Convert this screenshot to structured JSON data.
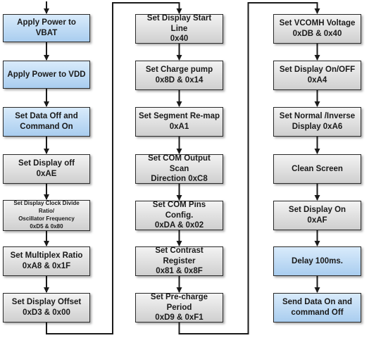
{
  "colors": {
    "gray_top": "#f3f3f3",
    "gray_bottom": "#cfcfcf",
    "blue_top": "#d9ebfb",
    "blue_bottom": "#a9cdef",
    "line": "#1a1a1a"
  },
  "steps": [
    {
      "id": "apply-power-vbat",
      "label": "Apply Power to VBAT",
      "fill": "blue"
    },
    {
      "id": "apply-power-vdd",
      "label": "Apply Power to VDD",
      "fill": "blue"
    },
    {
      "id": "set-data-off",
      "label": "Set Data Off and\nCommand On",
      "fill": "blue"
    },
    {
      "id": "set-display-off",
      "label": "Set Display off\n0xAE",
      "fill": "gray"
    },
    {
      "id": "set-clock-divide",
      "label": "Set Display Clock Divide Ratio/\nOscillator Frequency\n0xD5 & 0x80",
      "fill": "gray",
      "small": true
    },
    {
      "id": "set-multiplex",
      "label": "Set Multiplex Ratio\n0xA8 & 0x1F",
      "fill": "gray"
    },
    {
      "id": "set-display-offset",
      "label": "Set Display Offset\n0xD3 & 0x00",
      "fill": "gray"
    },
    {
      "id": "set-start-line",
      "label": "Set Display Start Line\n0x40",
      "fill": "gray"
    },
    {
      "id": "set-charge-pump",
      "label": "Set Charge pump\n0x8D & 0x14",
      "fill": "gray"
    },
    {
      "id": "set-segment-remap",
      "label": "Set Segment Re-map\n0xA1",
      "fill": "gray"
    },
    {
      "id": "set-com-scan",
      "label": "Set COM Output Scan\nDirection 0xC8",
      "fill": "gray"
    },
    {
      "id": "set-com-pins",
      "label": "Set COM Pins Config.\n0xDA & 0x02",
      "fill": "gray"
    },
    {
      "id": "set-contrast",
      "label": "Set Contrast Register\n0x81 & 0x8F",
      "fill": "gray"
    },
    {
      "id": "set-precharge",
      "label": "Set Pre-charge Period\n0xD9 & 0xF1",
      "fill": "gray"
    },
    {
      "id": "set-vcomh",
      "label": "Set VCOMH Voltage\n0xDB & 0x40",
      "fill": "gray"
    },
    {
      "id": "set-display-onoff",
      "label": "Set Display On/OFF\n0xA4",
      "fill": "gray"
    },
    {
      "id": "set-normal-inverse",
      "label": "Set Normal /Inverse\nDisplay 0xA6",
      "fill": "gray"
    },
    {
      "id": "clean-screen",
      "label": "Clean Screen",
      "fill": "gray"
    },
    {
      "id": "set-display-on",
      "label": "Set Display On\n0xAF",
      "fill": "gray"
    },
    {
      "id": "delay",
      "label": "Delay 100ms.",
      "fill": "blue"
    },
    {
      "id": "send-data-on",
      "label": "Send Data On and\ncommand Off",
      "fill": "blue"
    }
  ]
}
